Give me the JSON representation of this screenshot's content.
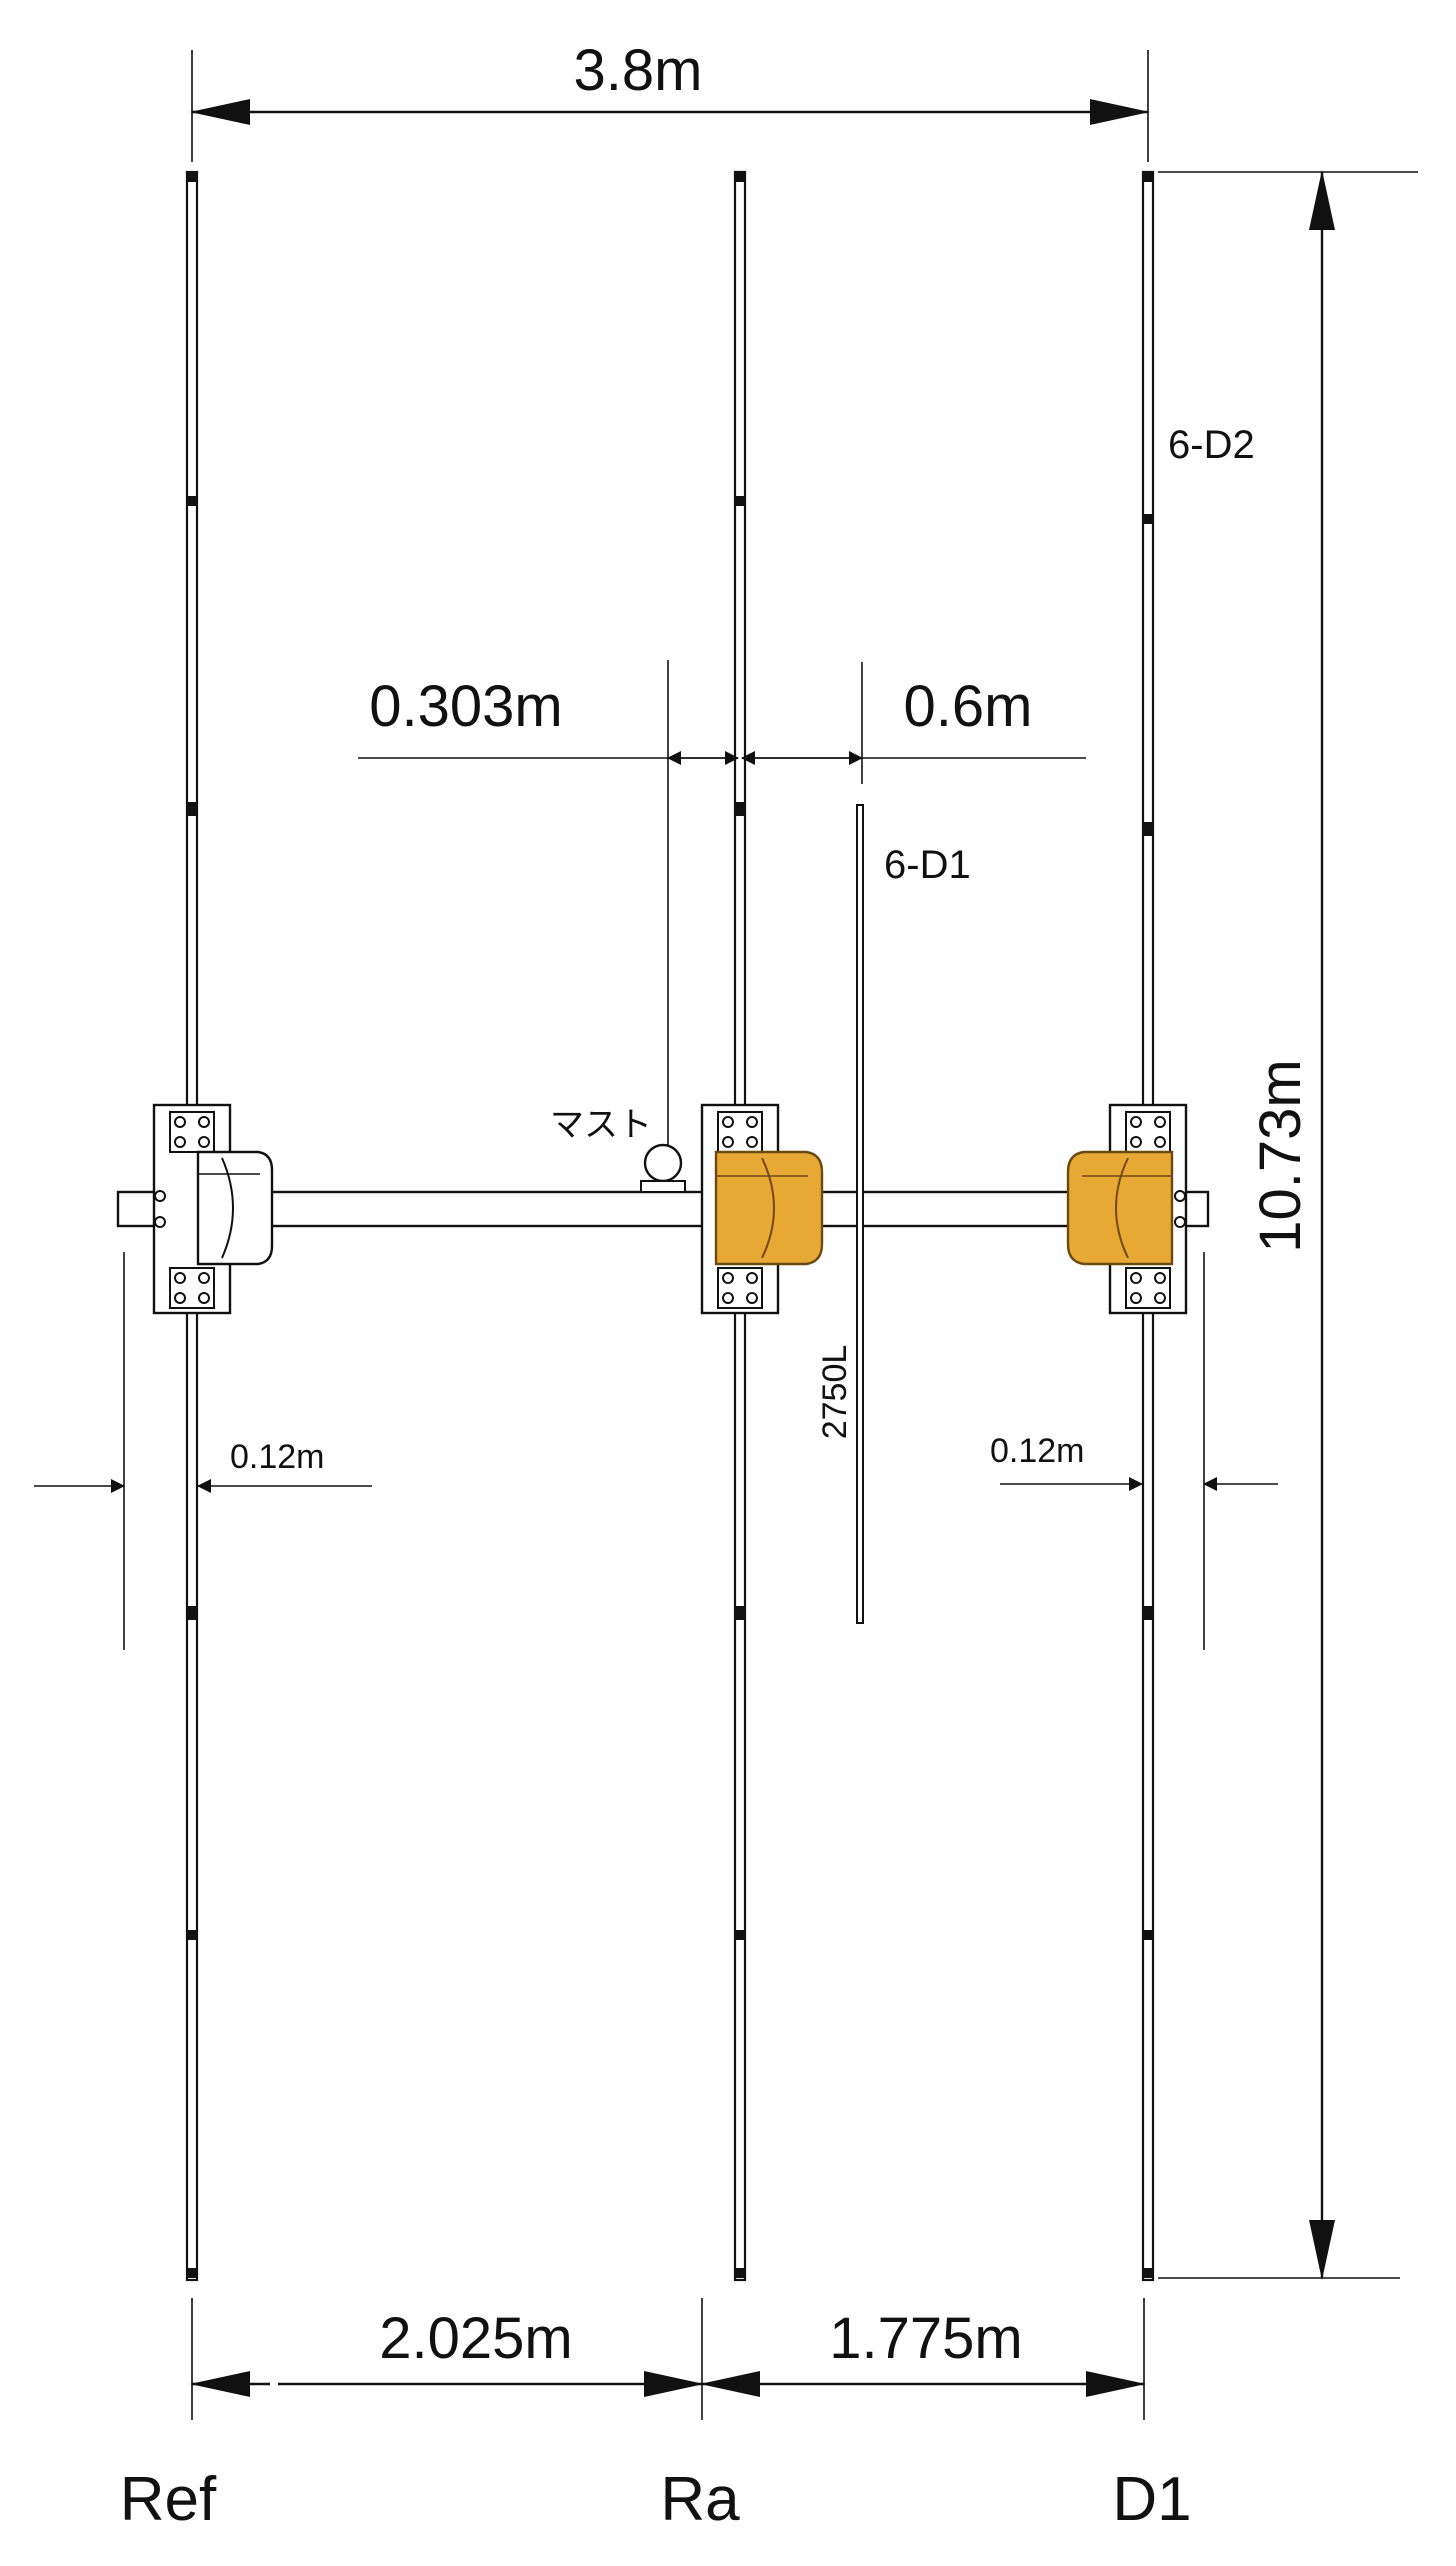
{
  "dimensions": {
    "overall_width": "3.8m",
    "element_length": "10.73m",
    "mast_offset": "0.303m",
    "d1_spacing": "0.6m",
    "clamp_left": "0.12m",
    "clamp_right": "0.12m",
    "spacing_ref_ra": "2.025m",
    "spacing_ra_d1": "1.775m"
  },
  "labels": {
    "mast": "マスト",
    "sub_element_d1": "6-D1",
    "sub_element_d2": "6-D2",
    "sub_element_length": "2750L"
  },
  "elements": {
    "ref": "Ref",
    "ra": "Ra",
    "d1": "D1"
  },
  "colors": {
    "feed_box": "#E8A934",
    "feed_box_outline": "#6b4a10",
    "ink": "#111111"
  }
}
